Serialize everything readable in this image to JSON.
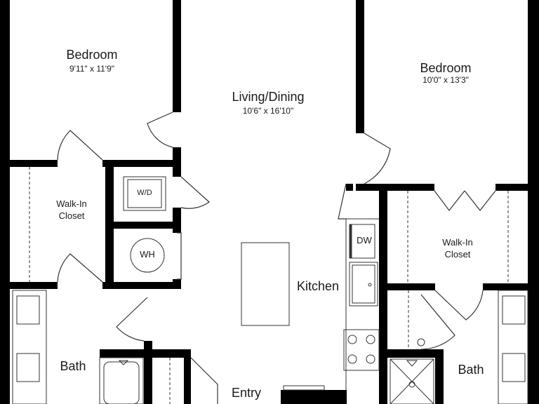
{
  "rooms": {
    "bedroom_left": {
      "name": "Bedroom",
      "dims": "9'11\" x 11'9\""
    },
    "bedroom_right": {
      "name": "Bedroom",
      "dims": "10'0\" x 13'3\""
    },
    "living": {
      "name": "Living/Dining",
      "dims": "10'6\" x 16'10\""
    },
    "closet_left": {
      "line1": "Walk-In",
      "line2": "Closet"
    },
    "closet_right": {
      "line1": "Walk-In",
      "line2": "Closet"
    },
    "kitchen": {
      "name": "Kitchen"
    },
    "bath_left": {
      "name": "Bath"
    },
    "bath_right": {
      "name": "Bath"
    },
    "entry": {
      "name": "Entry"
    }
  },
  "fixtures": {
    "washer_dryer": "W/D",
    "water_heater": "WH",
    "dishwasher": "DW"
  },
  "colors": {
    "wall": "#000000",
    "background": "#ffffff",
    "line": "#333333"
  }
}
